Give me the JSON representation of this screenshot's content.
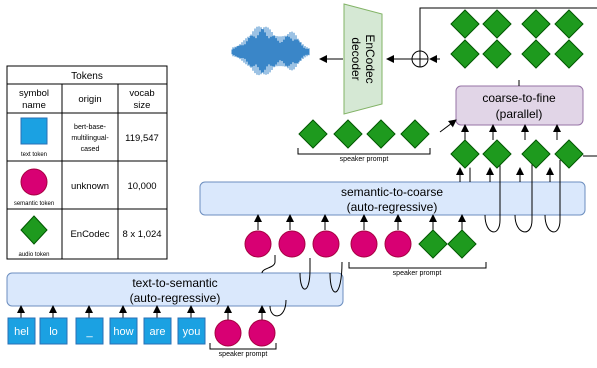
{
  "tokens_table": {
    "title": "Tokens",
    "headers": [
      {
        "line1": "symbol",
        "line2": "name"
      },
      {
        "line1": "origin",
        "line2": ""
      },
      {
        "line1": "vocab",
        "line2": "size"
      }
    ],
    "rows": [
      {
        "symbol_label": "text token",
        "origin_lines": [
          "bert-base-",
          "multilingual-",
          "cased"
        ],
        "vocab": "119,547"
      },
      {
        "symbol_label": "semantic token",
        "origin_lines": [
          "unknown"
        ],
        "vocab": "10,000"
      },
      {
        "symbol_label": "audio token",
        "origin_lines": [
          "EnCodec"
        ],
        "vocab": "8 x 1,024"
      }
    ]
  },
  "blocks": {
    "text_to_semantic": {
      "line1": "text-to-semantic",
      "line2": "(auto-regressive)"
    },
    "semantic_to_coarse": {
      "line1": "semantic-to-coarse",
      "line2": "(auto-regressive)"
    },
    "coarse_to_fine": {
      "line1": "coarse-to-fine",
      "line2": "(parallel)"
    },
    "encodec_decoder": {
      "line1": "EnCodec",
      "line2": "decoder"
    }
  },
  "text_tokens": [
    "hel",
    "lo",
    "_",
    "how",
    "are",
    "you"
  ],
  "speaker_prompt_label": "speaker prompt",
  "colors": {
    "text_token": "#1ba1e2",
    "text_token_border": "#2a6fb5",
    "semantic_token": "#d80073",
    "semantic_token_border": "#a50040",
    "audio_token": "#1e9a1e",
    "audio_token_border": "#005700",
    "block_blue_fill": "#dae8fc",
    "block_blue_border": "#6c8ebf",
    "block_purple_fill": "#e1d5e7",
    "block_purple_border": "#9673a6",
    "decoder_fill": "#d5e8d4",
    "decoder_border": "#82b366",
    "waveform": "#3a86c8"
  }
}
